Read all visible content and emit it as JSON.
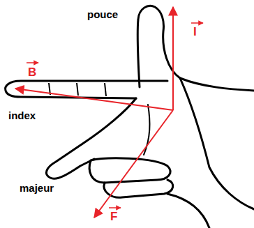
{
  "diagram": {
    "labels": [
      "pouce",
      "B",
      "I",
      "index",
      "majeur",
      "F"
    ]
  }
}
